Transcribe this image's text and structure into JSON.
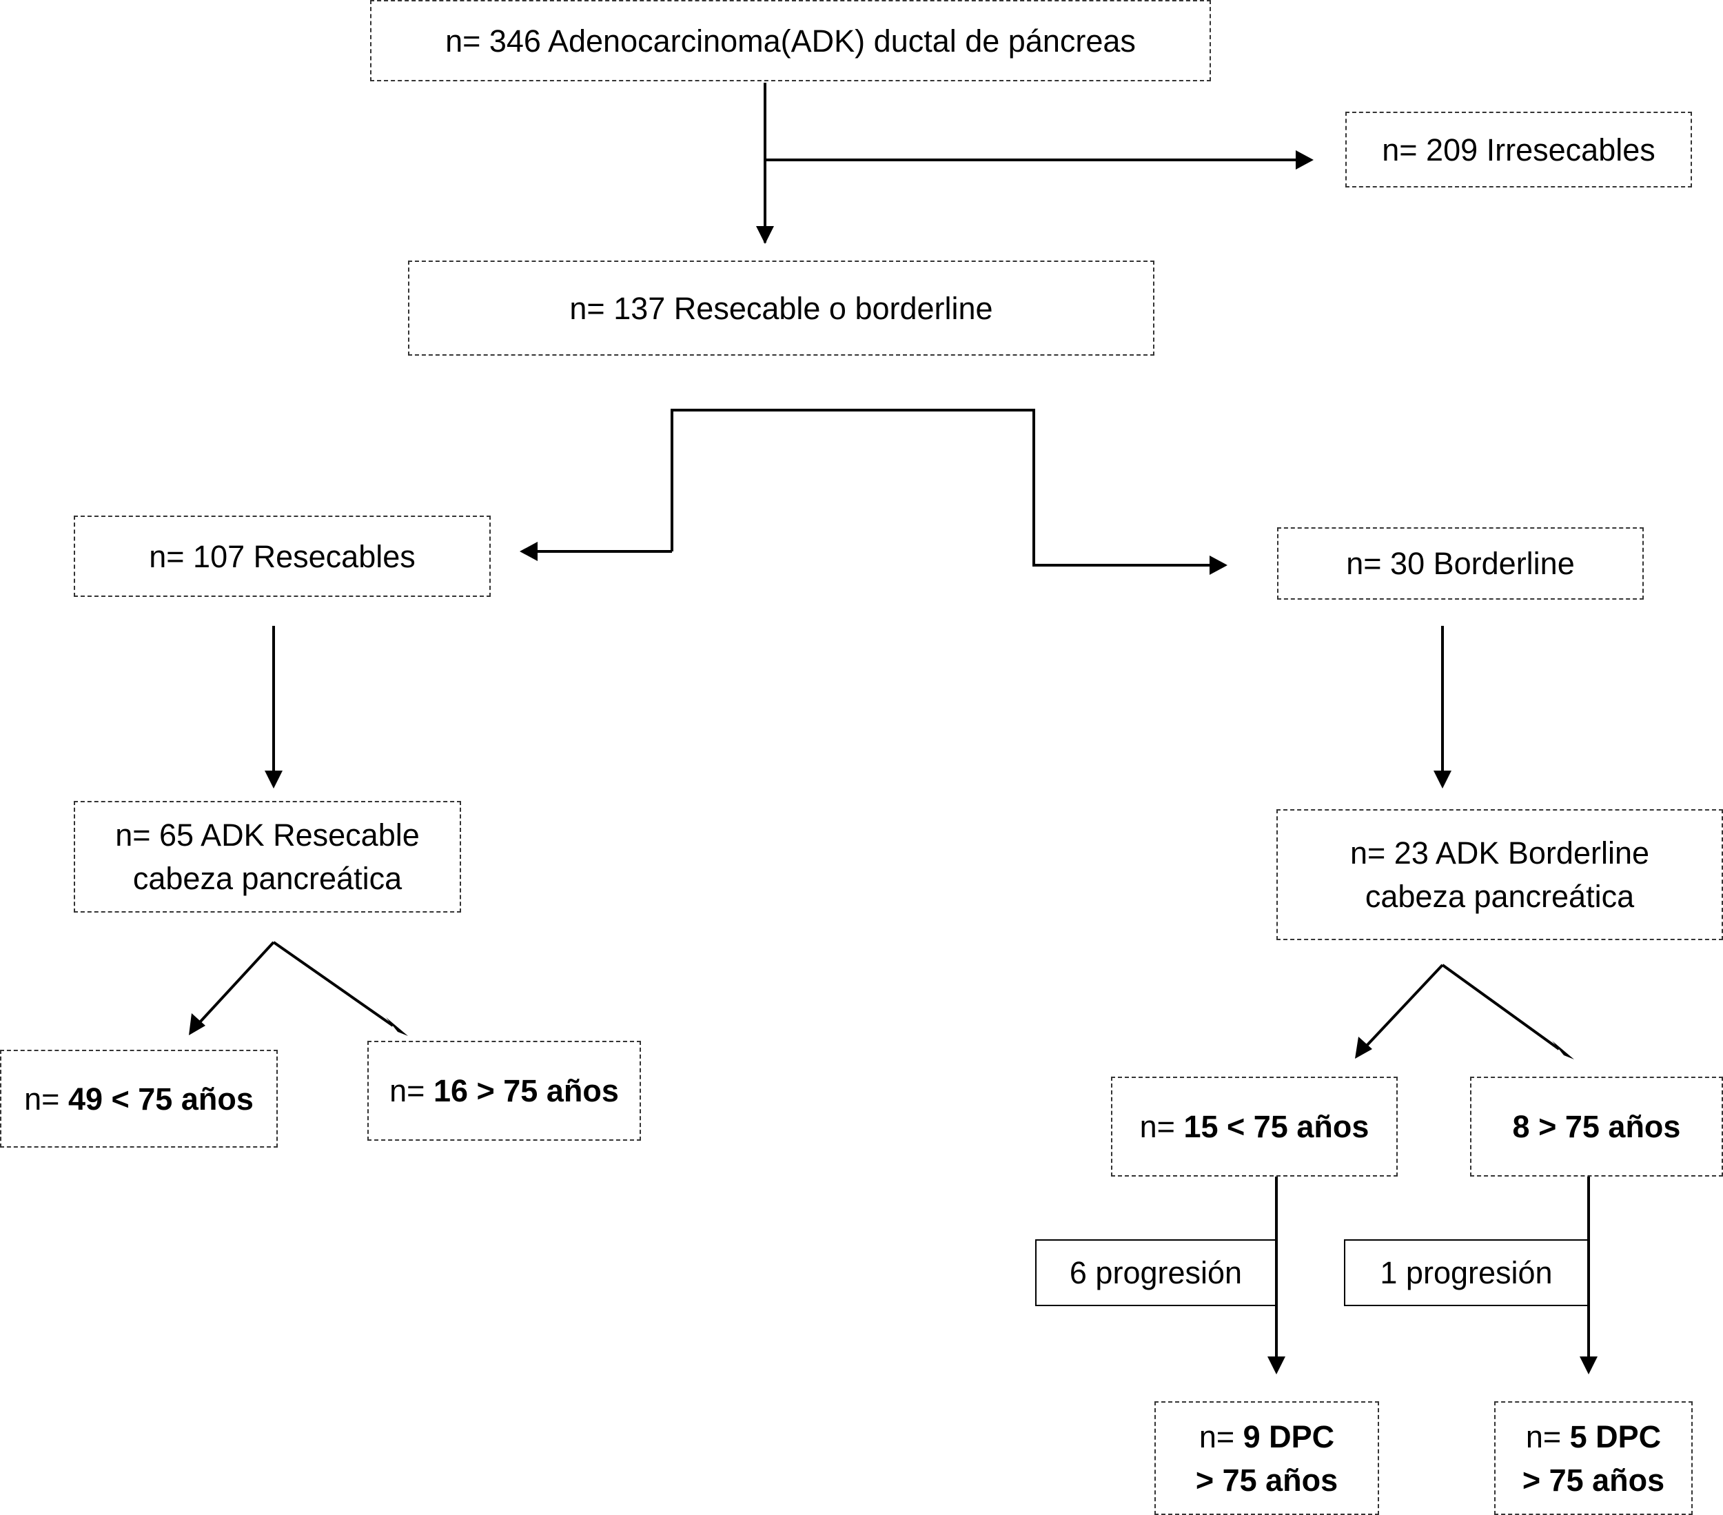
{
  "nodes": {
    "root": {
      "text": "n= 346 Adenocarcinoma(ADK) ductal  de páncreas"
    },
    "irresecables": {
      "text": "n= 209 Irresecables"
    },
    "resecable_borderline": {
      "text": "n= 137 Resecable o borderline"
    },
    "resecables": {
      "text": "n= 107  Resecables"
    },
    "borderline": {
      "text": "n= 30 Borderline"
    },
    "adk_resecable": {
      "line1": "n= 65 ADK Resecable",
      "line2": "cabeza pancreática"
    },
    "adk_borderline": {
      "line1": "n= 23 ADK Borderline",
      "line2": "cabeza pancreática"
    },
    "res_under75": {
      "prefix": "n= ",
      "bold": "49 < 75 años"
    },
    "res_over75": {
      "prefix": "n= ",
      "bold": "16 > 75 años"
    },
    "bord_under75": {
      "prefix": "n= ",
      "bold": "15 < 75 años"
    },
    "bord_over75": {
      "bold": "8 > 75 años"
    },
    "prog_6": {
      "text": "6 progresión"
    },
    "prog_1": {
      "text": "1 progresión"
    },
    "dpc_9": {
      "prefix": "n= ",
      "bold": "9 DPC",
      "line2": "> 75 años"
    },
    "dpc_5": {
      "prefix": "n= ",
      "bold": "5 DPC",
      "line2": "> 75 años"
    }
  }
}
